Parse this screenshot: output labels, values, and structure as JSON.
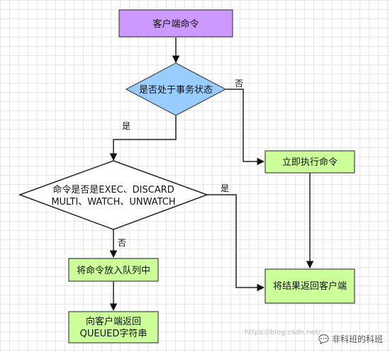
{
  "nodes": {
    "client_command": "客户端命令",
    "in_transaction": "是否处于事务状态",
    "execute_now": "立即执行命令",
    "check_command_line1": "命令是否是EXEC、DISCARD",
    "check_command_line2": "MULTI、WATCH、UNWATCH",
    "enqueue": "将命令放入队列中",
    "return_result": "将结果返回客户端",
    "return_queued_line1": "向客户端返回",
    "return_queued_line2": "QUEUED字符串"
  },
  "edges": {
    "transaction_no": "否",
    "transaction_yes": "是",
    "command_yes": "是",
    "command_no": "否"
  },
  "watermark": {
    "url": "https://blog.csdn.net/",
    "brand": "非科班的科班"
  },
  "colors": {
    "purple": "#cc99ff",
    "blue": "#99ccff",
    "green": "#ccff99"
  }
}
